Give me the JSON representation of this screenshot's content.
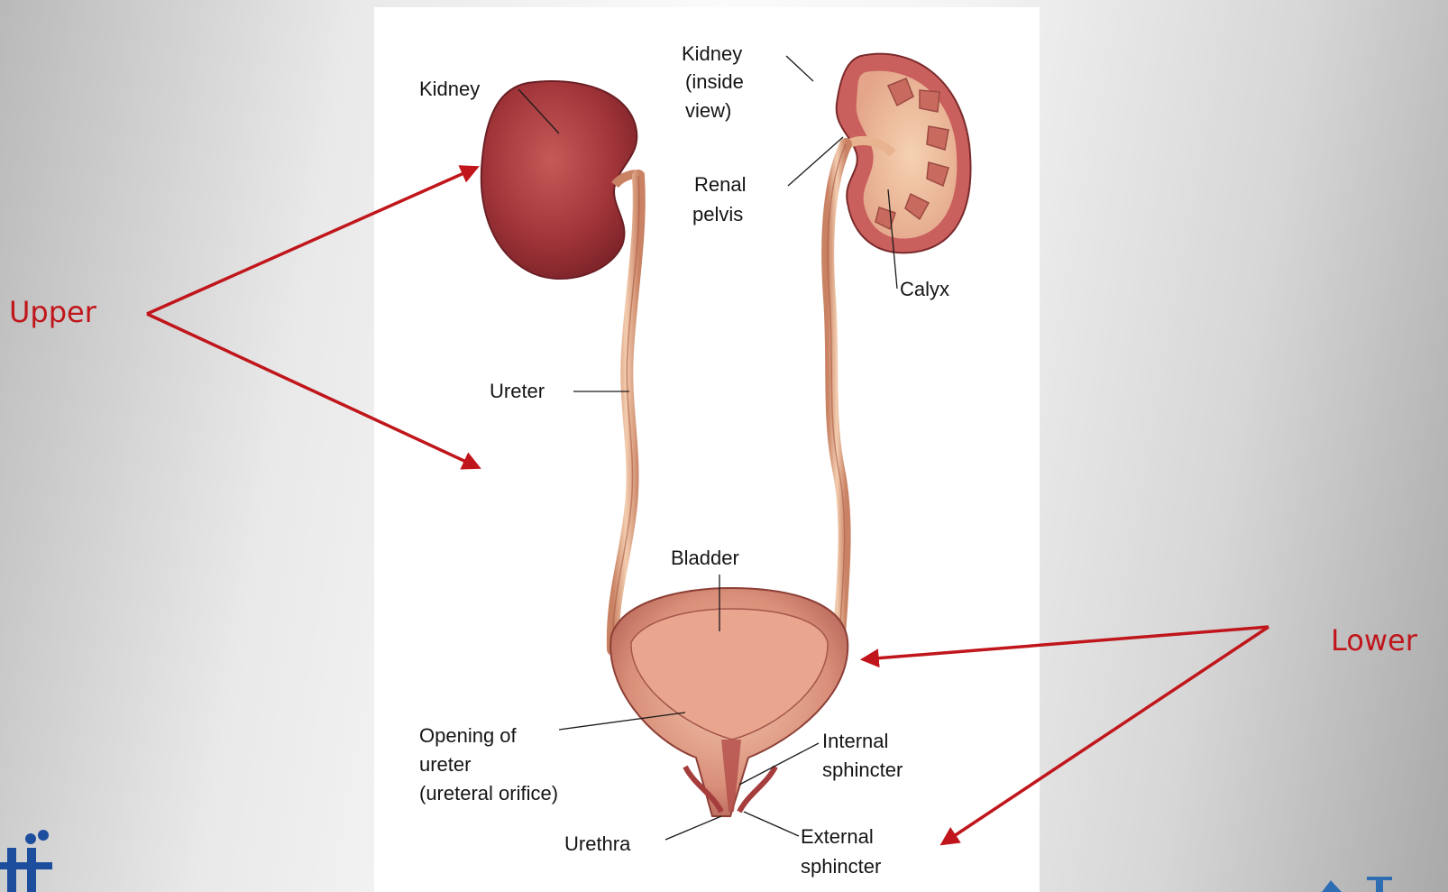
{
  "arrow_groups": {
    "upper": "Upper",
    "lower": "Lower"
  },
  "diagram": {
    "labels": {
      "kidney": "Kidney",
      "kidney_inside_1": "Kidney",
      "kidney_inside_2": "(inside",
      "kidney_inside_3": "view)",
      "renal_pelvis_1": "Renal",
      "renal_pelvis_2": "pelvis",
      "calyx": "Calyx",
      "ureter": "Ureter",
      "bladder": "Bladder",
      "opening_1": "Opening of",
      "opening_2": "ureter",
      "opening_3": "(ureteral orifice)",
      "internal_1": "Internal",
      "internal_2": "sphincter",
      "urethra": "Urethra",
      "external_1": "External",
      "external_2": "sphincter"
    }
  },
  "colors": {
    "accent": "#c0161b",
    "kidney": "#a8363a",
    "ureter": "#e7b08e",
    "bladder": "#e9a58e"
  }
}
